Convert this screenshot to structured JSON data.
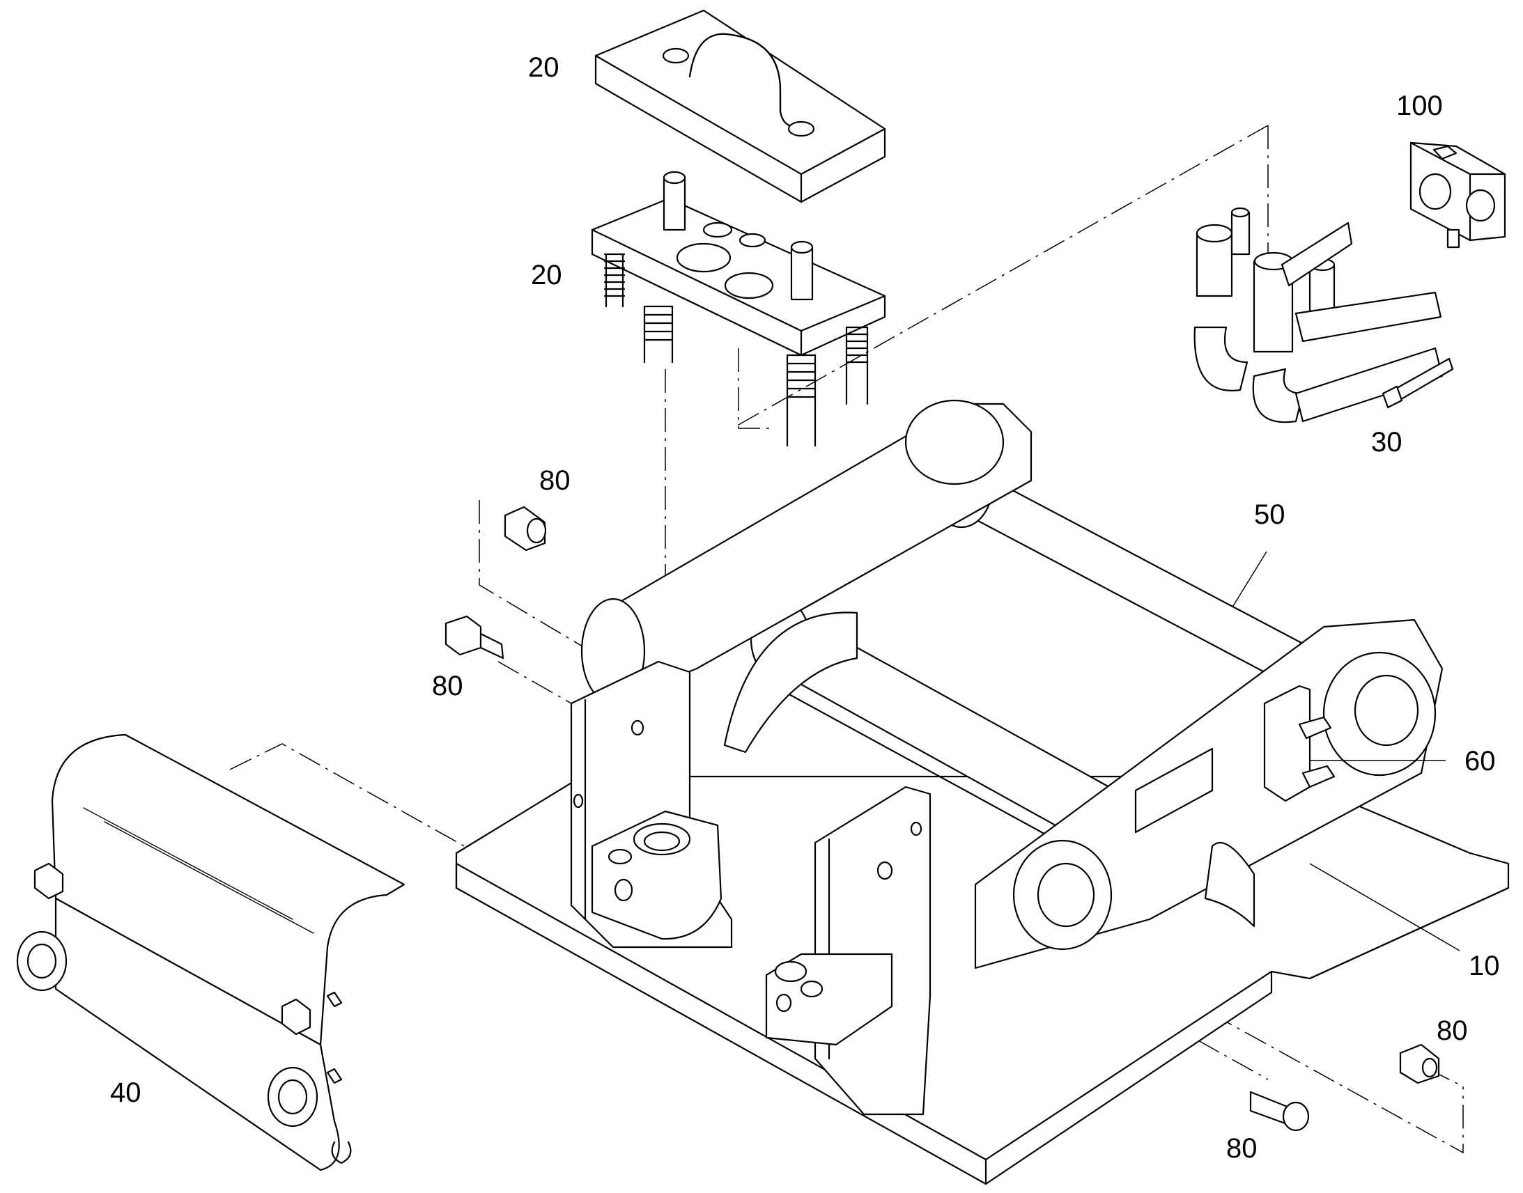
{
  "callouts": {
    "c20a": "20",
    "c20b": "20",
    "c100": "100",
    "c30": "30",
    "c80a": "80",
    "c80b": "80",
    "c50": "50",
    "c60": "60",
    "c10": "10",
    "c40": "40",
    "c80c": "80",
    "c80d": "80"
  }
}
